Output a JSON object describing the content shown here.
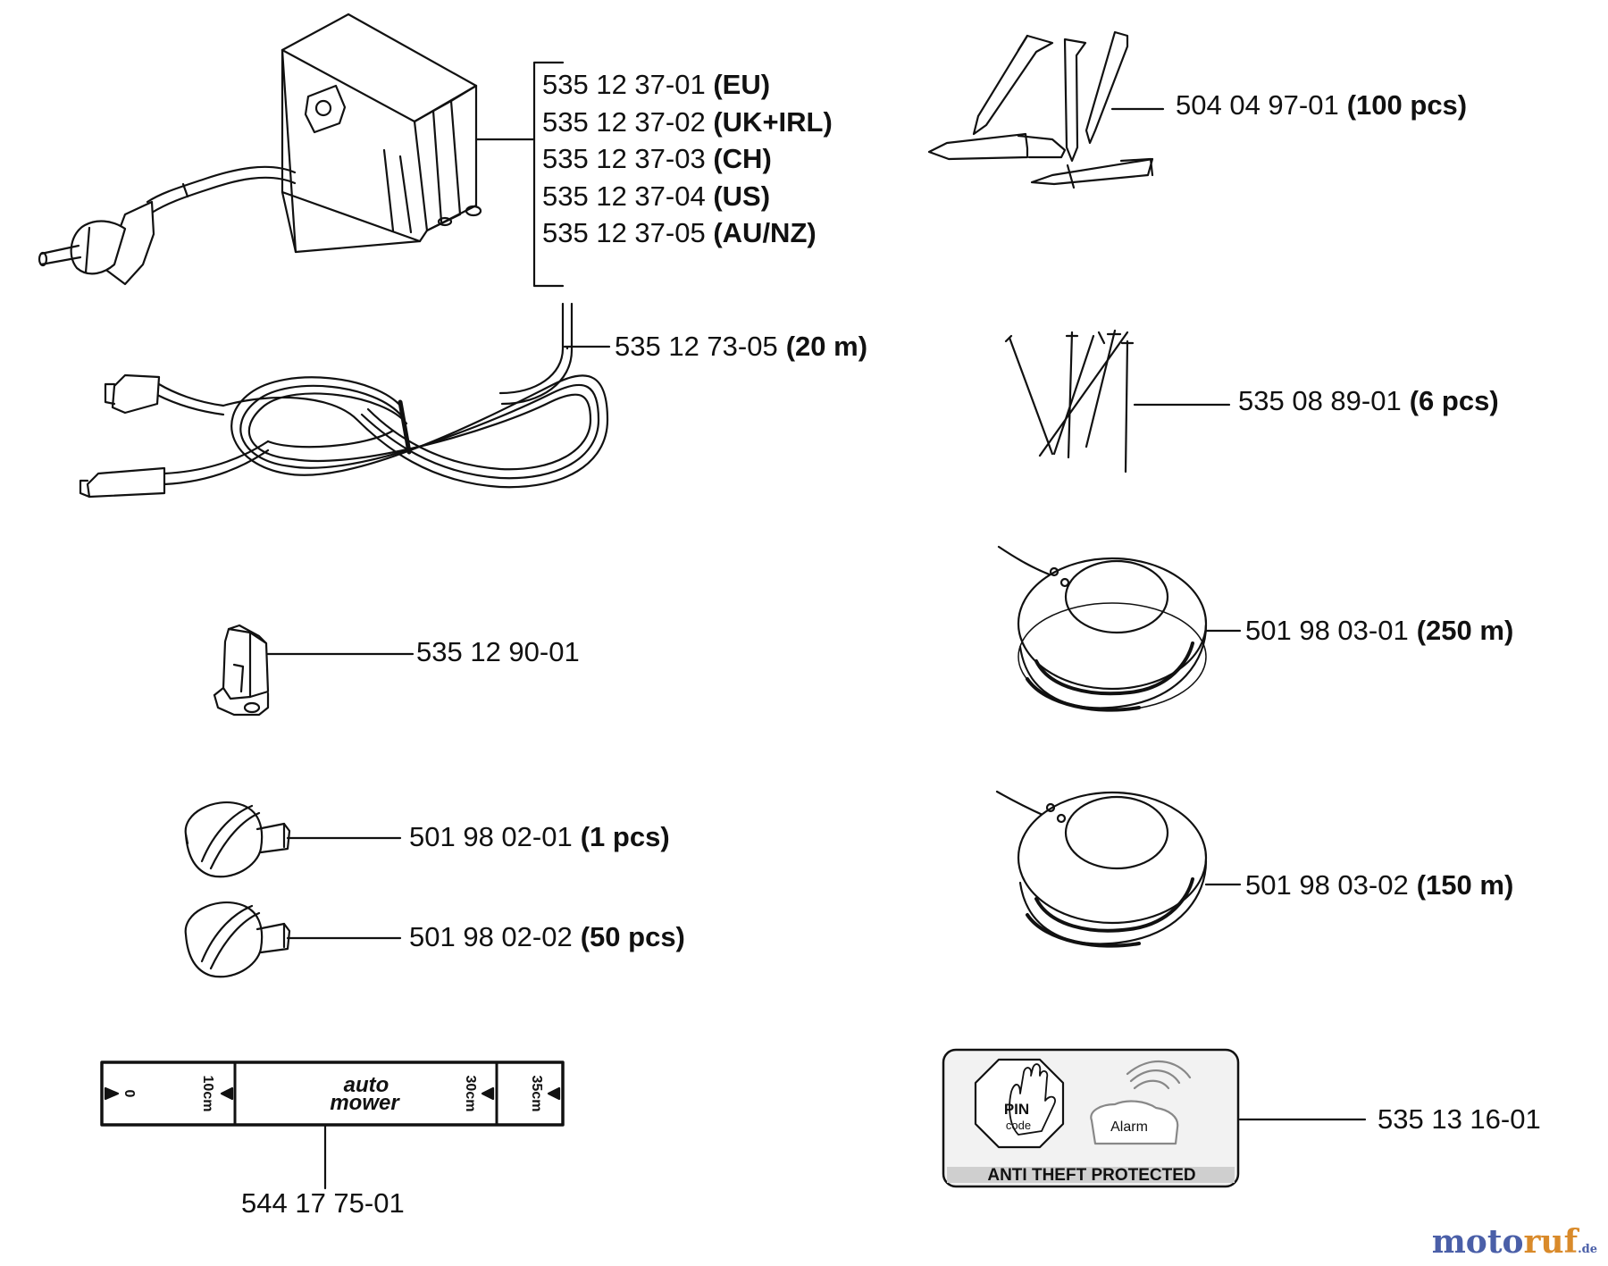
{
  "power_supply": {
    "variants": [
      {
        "code": "535 12 37-01",
        "region": "(EU)"
      },
      {
        "code": "535 12 37-02",
        "region": "(UK+IRL)"
      },
      {
        "code": "535 12 37-03",
        "region": "(CH)"
      },
      {
        "code": "535 12 37-04",
        "region": "(US)"
      },
      {
        "code": "535 12 37-05",
        "region": "(AU/NZ)"
      }
    ]
  },
  "parts": {
    "pegs_plastic": {
      "code": "504 04 97-01",
      "qty": "(100 pcs)"
    },
    "low_voltage_cable": {
      "code": "535 12 73-05",
      "qty": "(20 m)"
    },
    "pegs_metal": {
      "code": "535 08 89-01",
      "qty": "(6 pcs)"
    },
    "connector": {
      "code": "535 12 90-01"
    },
    "wire_250": {
      "code": "501 98 03-01",
      "qty": "(250 m)"
    },
    "coupler_1": {
      "code": "501 98 02-01",
      "qty": "(1 pcs)"
    },
    "coupler_50": {
      "code": "501 98 02-02",
      "qty": "(50 pcs)"
    },
    "wire_150": {
      "code": "501 98 03-02",
      "qty": "(150 m)"
    },
    "ruler": {
      "code": "544 17 75-01"
    },
    "decal": {
      "code": "535 13 16-01"
    }
  },
  "ruler_marks": {
    "zero": "0",
    "m10": "10cm",
    "m30": "30cm",
    "m35": "35cm",
    "brand_line1": "auto",
    "brand_line2": "mower"
  },
  "decal_text": {
    "pin": "PIN",
    "code": "code",
    "alarm": "Alarm",
    "footer": "ANTI THEFT PROTECTED"
  },
  "watermark": {
    "part1": "moto",
    "part2": "ruf",
    "part3": ".de"
  }
}
